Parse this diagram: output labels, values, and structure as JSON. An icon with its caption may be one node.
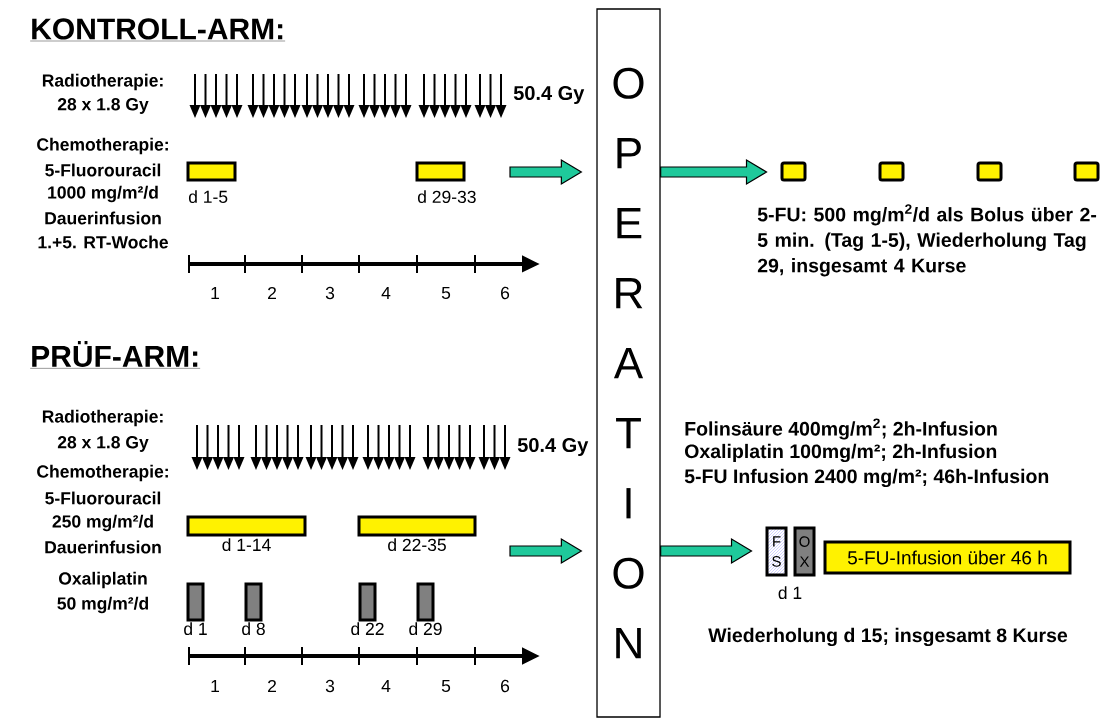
{
  "diagram": {
    "nodes": [
      {
        "text": [
          "O",
          "P",
          "E",
          "R",
          "A",
          "T",
          "I",
          "O",
          "N"
        ]
      },
      {
        "text": [],
        "shape": "bar",
        "beside": [
          "d 1-5"
        ]
      },
      {
        "text": [],
        "shape": "bar",
        "beside": [
          "d 29-33"
        ]
      },
      {
        "text": [],
        "shape": "box"
      },
      {
        "text": [],
        "shape": "box"
      },
      {
        "text": [],
        "shape": "box"
      },
      {
        "text": [],
        "shape": "box"
      },
      {
        "text": [],
        "shape": "bar",
        "beside": [
          "d 1-14"
        ]
      },
      {
        "text": [],
        "shape": "bar",
        "beside": [
          "d 22-35"
        ]
      },
      {
        "text": [],
        "shape": "bar",
        "beside": [
          "d 1"
        ]
      },
      {
        "text": [],
        "shape": "bar",
        "beside": [
          "d 8"
        ]
      },
      {
        "text": [],
        "shape": "bar",
        "beside": [
          "d 22"
        ]
      },
      {
        "text": [],
        "shape": "bar",
        "beside": [
          "d 29"
        ]
      },
      {
        "text": [
          "F",
          "S"
        ],
        "beside": [
          "d 1"
        ]
      },
      {
        "text": [
          "O",
          "X"
        ]
      },
      {
        "text": [
          "5-FU-Infusion über 46 h"
        ]
      }
    ],
    "edges": [
      {
        "from": null,
        "to": 0,
        "arrow": "to"
      },
      {
        "from": 0,
        "to": 3,
        "arrow": "to"
      },
      {
        "from": null,
        "to": 0,
        "arrow": "to"
      },
      {
        "from": 0,
        "to": 13,
        "arrow": "to"
      }
    ],
    "labels": [
      "KONTROLL-ARM:",
      "Radiotherapie:",
      "28 x 1.8 Gy",
      "50.4 Gy",
      "Chemotherapie:",
      "5-Fluorouracil",
      "1000 mg/m²/d",
      "Dauerinfusion",
      "1.+5. RT-Woche",
      "5-FU: 500 mg/m$^{2}$/d als Bolus über 2-5 min. (Tag 1-5), Wiederholung Tag 29, insgesamt 4 Kurse",
      "1",
      "2",
      "3",
      "4",
      "5",
      "6",
      "PRÜF-ARM:",
      "Radiotherapie:",
      "28 x 1.8 Gy",
      "50.4 Gy",
      "Chemotherapie:",
      "Folinsäure 400mg/m$^{2}$; 2h-Infusion",
      "Oxaliplatin 100mg/m²; 2h-Infusion",
      "5-FU Infusion 2400 mg/m²; 46h-Infusion",
      "5-Fluorouracil",
      "250 mg/m²/d",
      "Dauerinfusion",
      "Oxaliplatin",
      "50 mg/m²/d",
      "Wiederholung d 15; insgesamt 8 Kurse",
      "1",
      "2",
      "3",
      "4",
      "5",
      "6"
    ]
  }
}
